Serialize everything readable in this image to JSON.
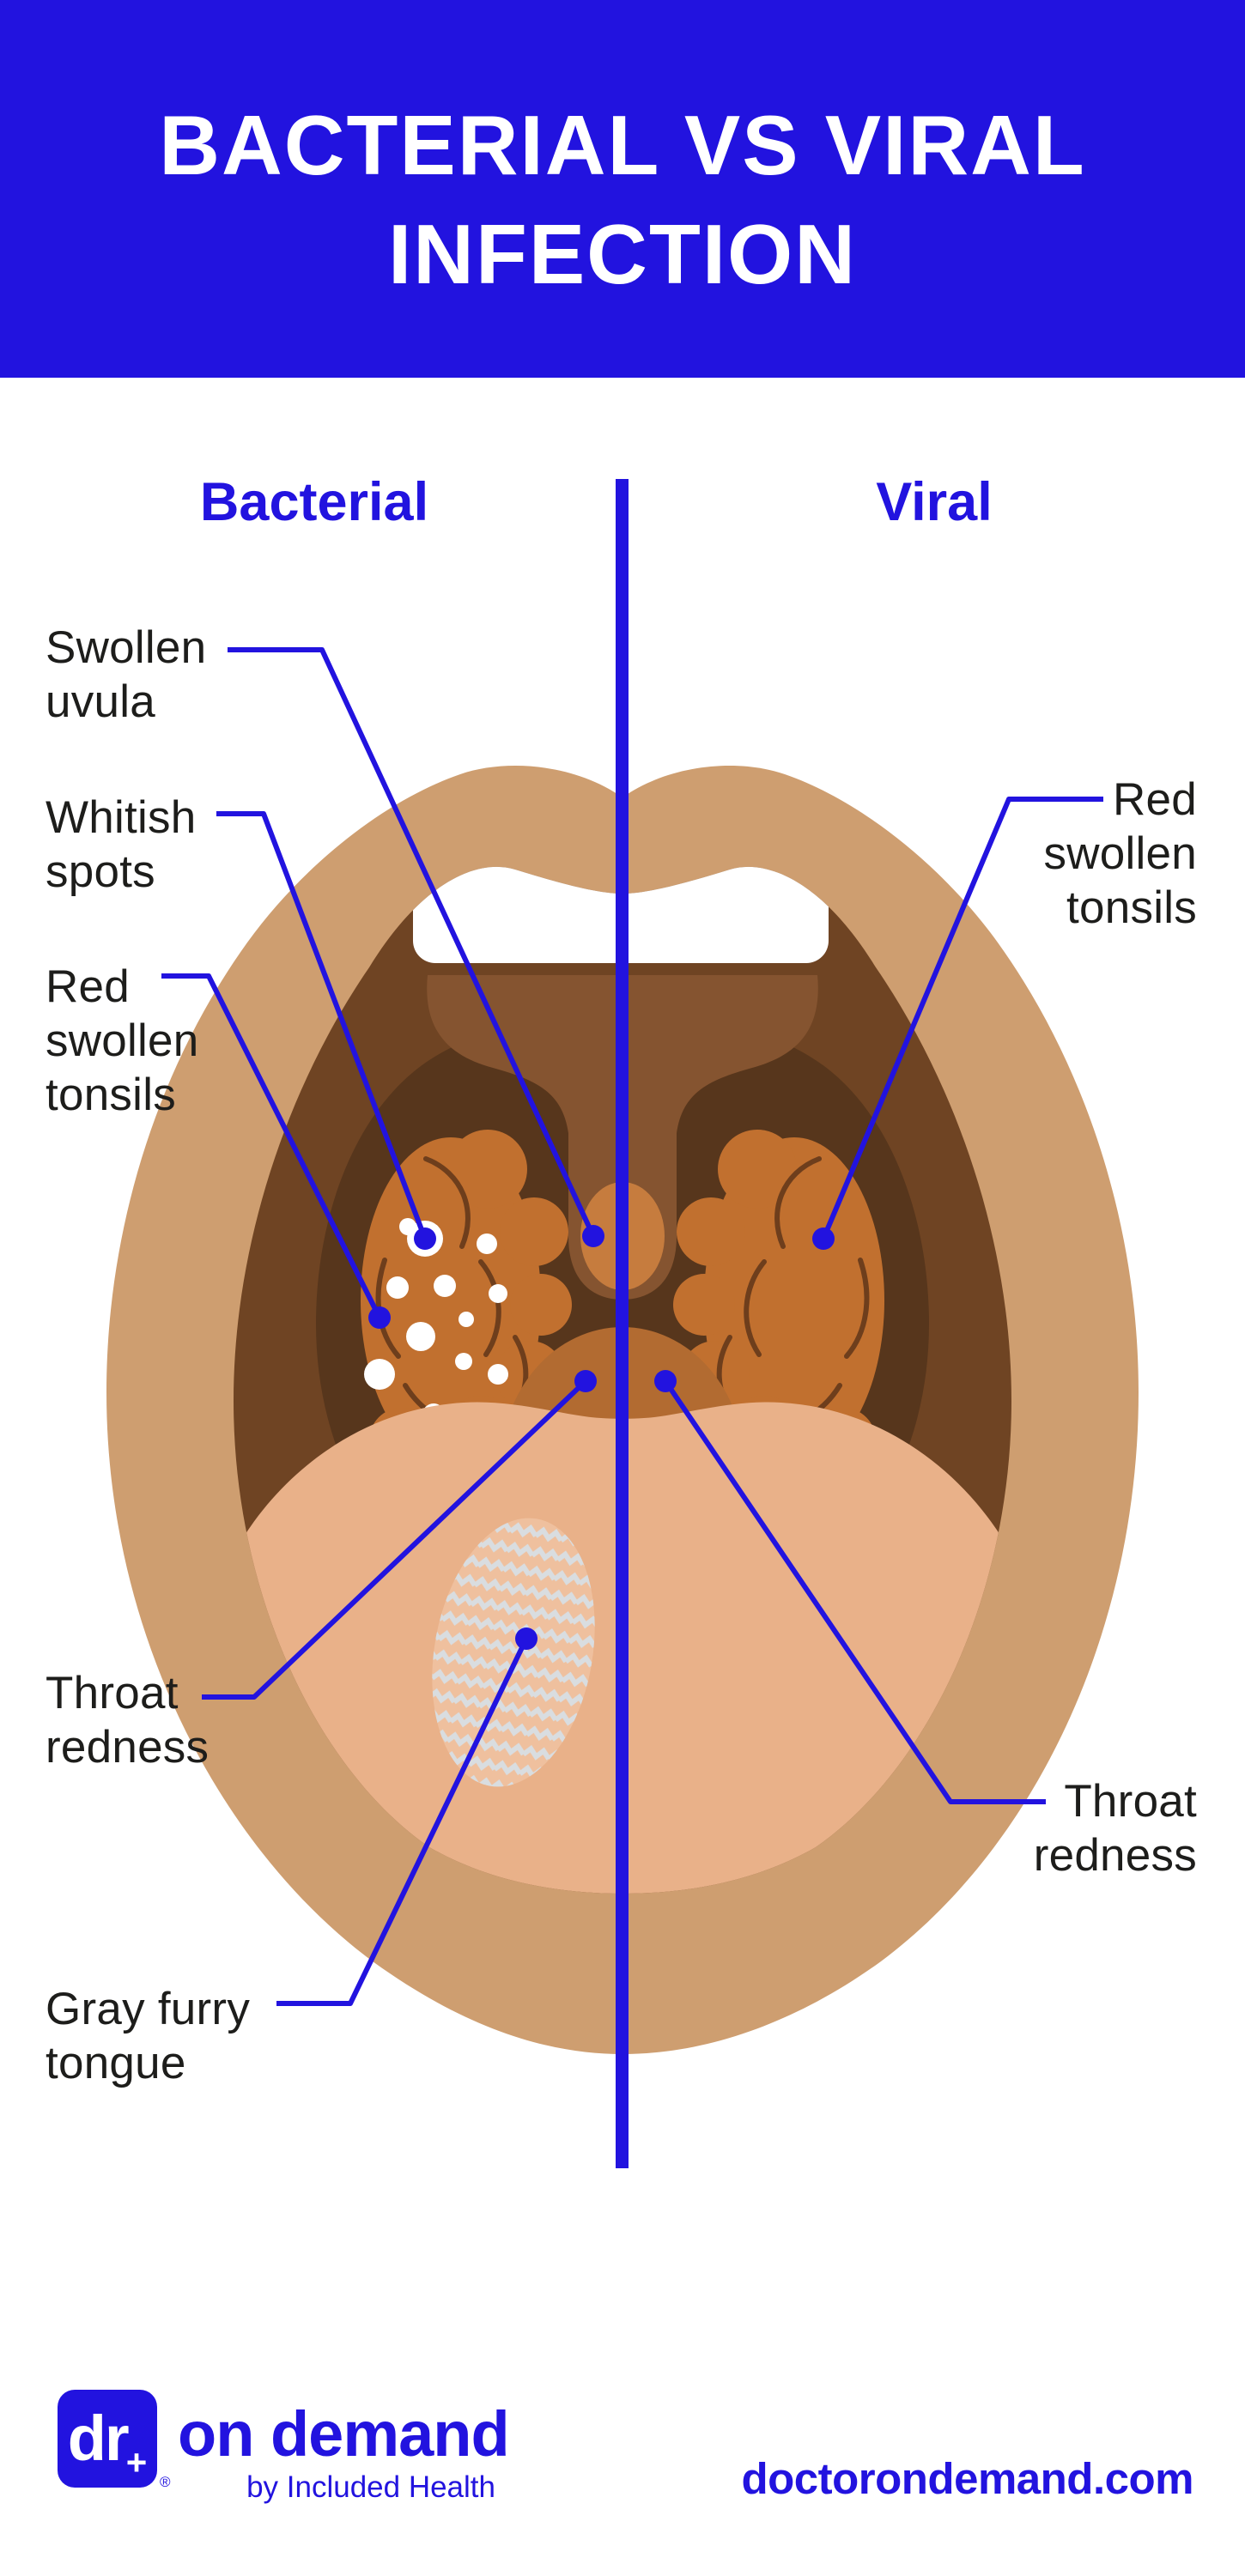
{
  "header": {
    "title": "BACTERIAL VS VIRAL\nINFECTION"
  },
  "columns": {
    "left_label": "Bacterial",
    "right_label": "Viral"
  },
  "annotations": {
    "swollen_uvula": "Swollen\nuvula",
    "whitish_spots": "Whitish\nspots",
    "red_swollen_tonsils_left": "Red\nswollen\ntonsils",
    "throat_redness_left": "Throat\nredness",
    "gray_furry_tongue": "Gray furry\ntongue",
    "red_swollen_tonsils_right": "Red\nswollen\ntonsils",
    "throat_redness_right": "Throat\nredness"
  },
  "footer": {
    "logo_dr": "dr",
    "logo_plus": "+",
    "registered_mark": "®",
    "brand_name": "on demand",
    "brand_byline": "by Included Health",
    "website": "doctorondemand.com"
  },
  "colors": {
    "brand_blue": "#2213DF",
    "label_text": "#1D1D1B",
    "lips": "#CE9E70",
    "mouth_interior": "#6F4423",
    "dark_throat": "#57361C",
    "soft_palate": "#855430",
    "tonsil": "#C1702F",
    "tonsil_crease": "#6E3E1C",
    "uvula": "#C67C3E",
    "throat_mound": "#B26B31",
    "tongue": "#E9B189",
    "furry_patch": "#EFC09E",
    "furry_zigzag": "#D9DDE0",
    "teeth": "#FFFFFF"
  }
}
